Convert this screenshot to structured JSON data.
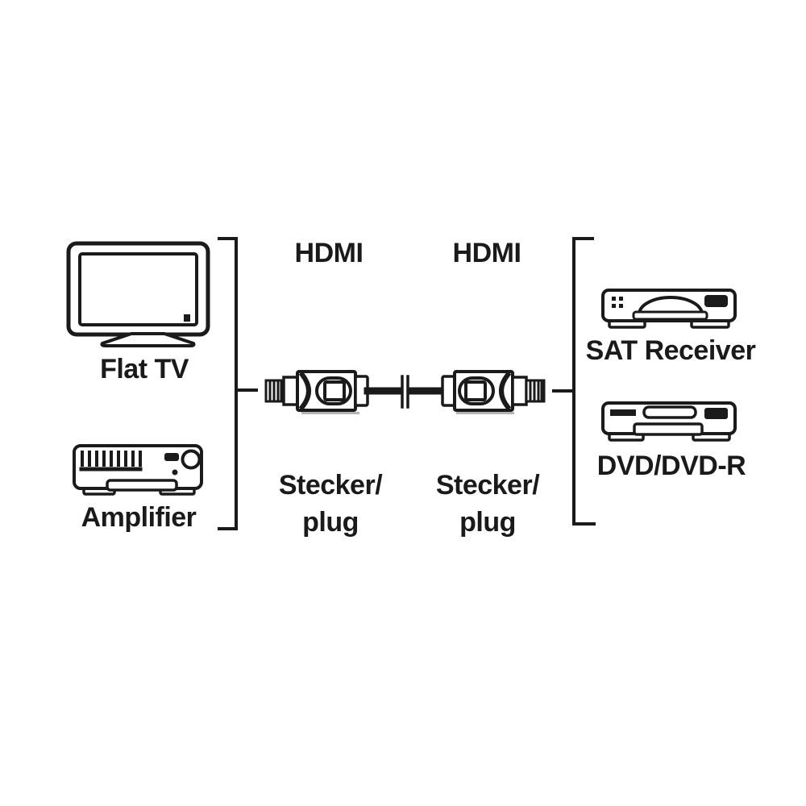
{
  "diagram": {
    "left_column": {
      "devices": [
        {
          "id": "flat-tv",
          "label": "Flat TV"
        },
        {
          "id": "amplifier",
          "label": "Amplifier"
        }
      ]
    },
    "center": {
      "ports": [
        {
          "name": "HDMI",
          "plug_line1": "Stecker/",
          "plug_line2": "plug"
        },
        {
          "name": "HDMI",
          "plug_line1": "Stecker/",
          "plug_line2": "plug"
        }
      ]
    },
    "right_column": {
      "devices": [
        {
          "id": "sat-receiver",
          "label": "SAT Receiver"
        },
        {
          "id": "dvd-player",
          "label": "DVD/DVD-R"
        }
      ]
    },
    "colors": {
      "line": "#1a1a1a",
      "background": "#ffffff",
      "shadow": "#b5b5b5"
    }
  }
}
